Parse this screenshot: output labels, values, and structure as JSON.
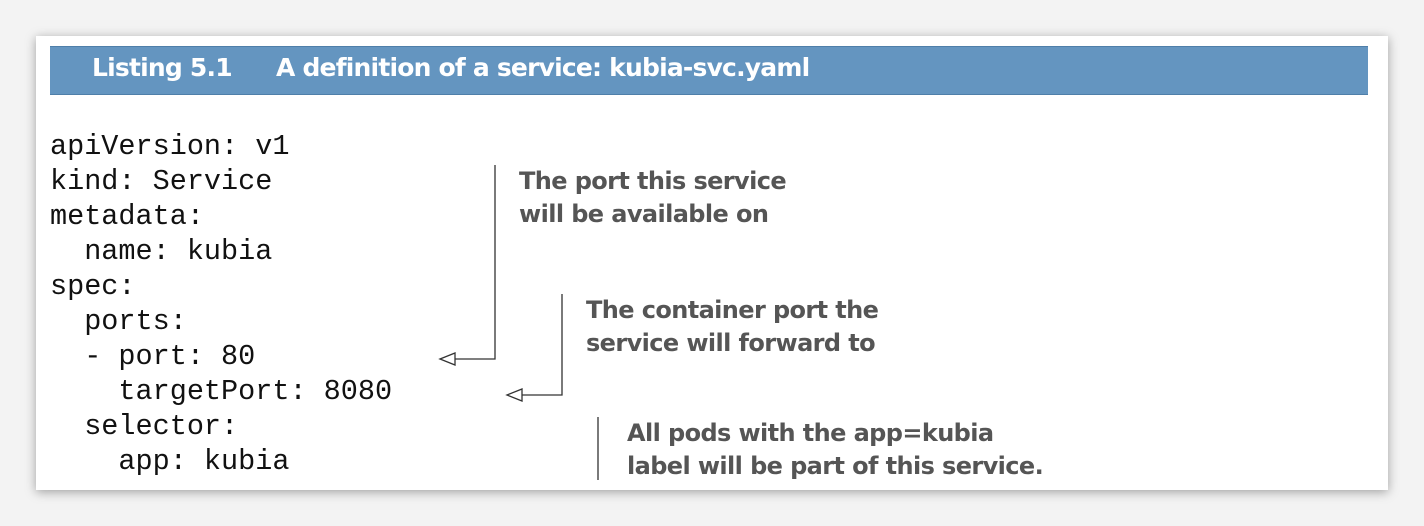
{
  "listing": {
    "number": "Listing 5.1",
    "title": "A definition of a service: kubia-svc.yaml"
  },
  "code_lines": [
    "apiVersion: v1",
    "kind: Service",
    "metadata:",
    "  name: kubia",
    "spec:",
    "  ports:",
    "  - port: 80",
    "    targetPort: 8080",
    "  selector:",
    "    app: kubia"
  ],
  "annotations": [
    {
      "lines": [
        "The port this service",
        "will be available on"
      ]
    },
    {
      "lines": [
        "The container port the",
        "service will forward to"
      ]
    },
    {
      "lines": [
        "All pods with the app=kubia",
        "label will be part of this service."
      ]
    }
  ],
  "colors": {
    "header_bar": "#6495c0",
    "annotation_text": "#555555",
    "code_text": "#111111"
  }
}
